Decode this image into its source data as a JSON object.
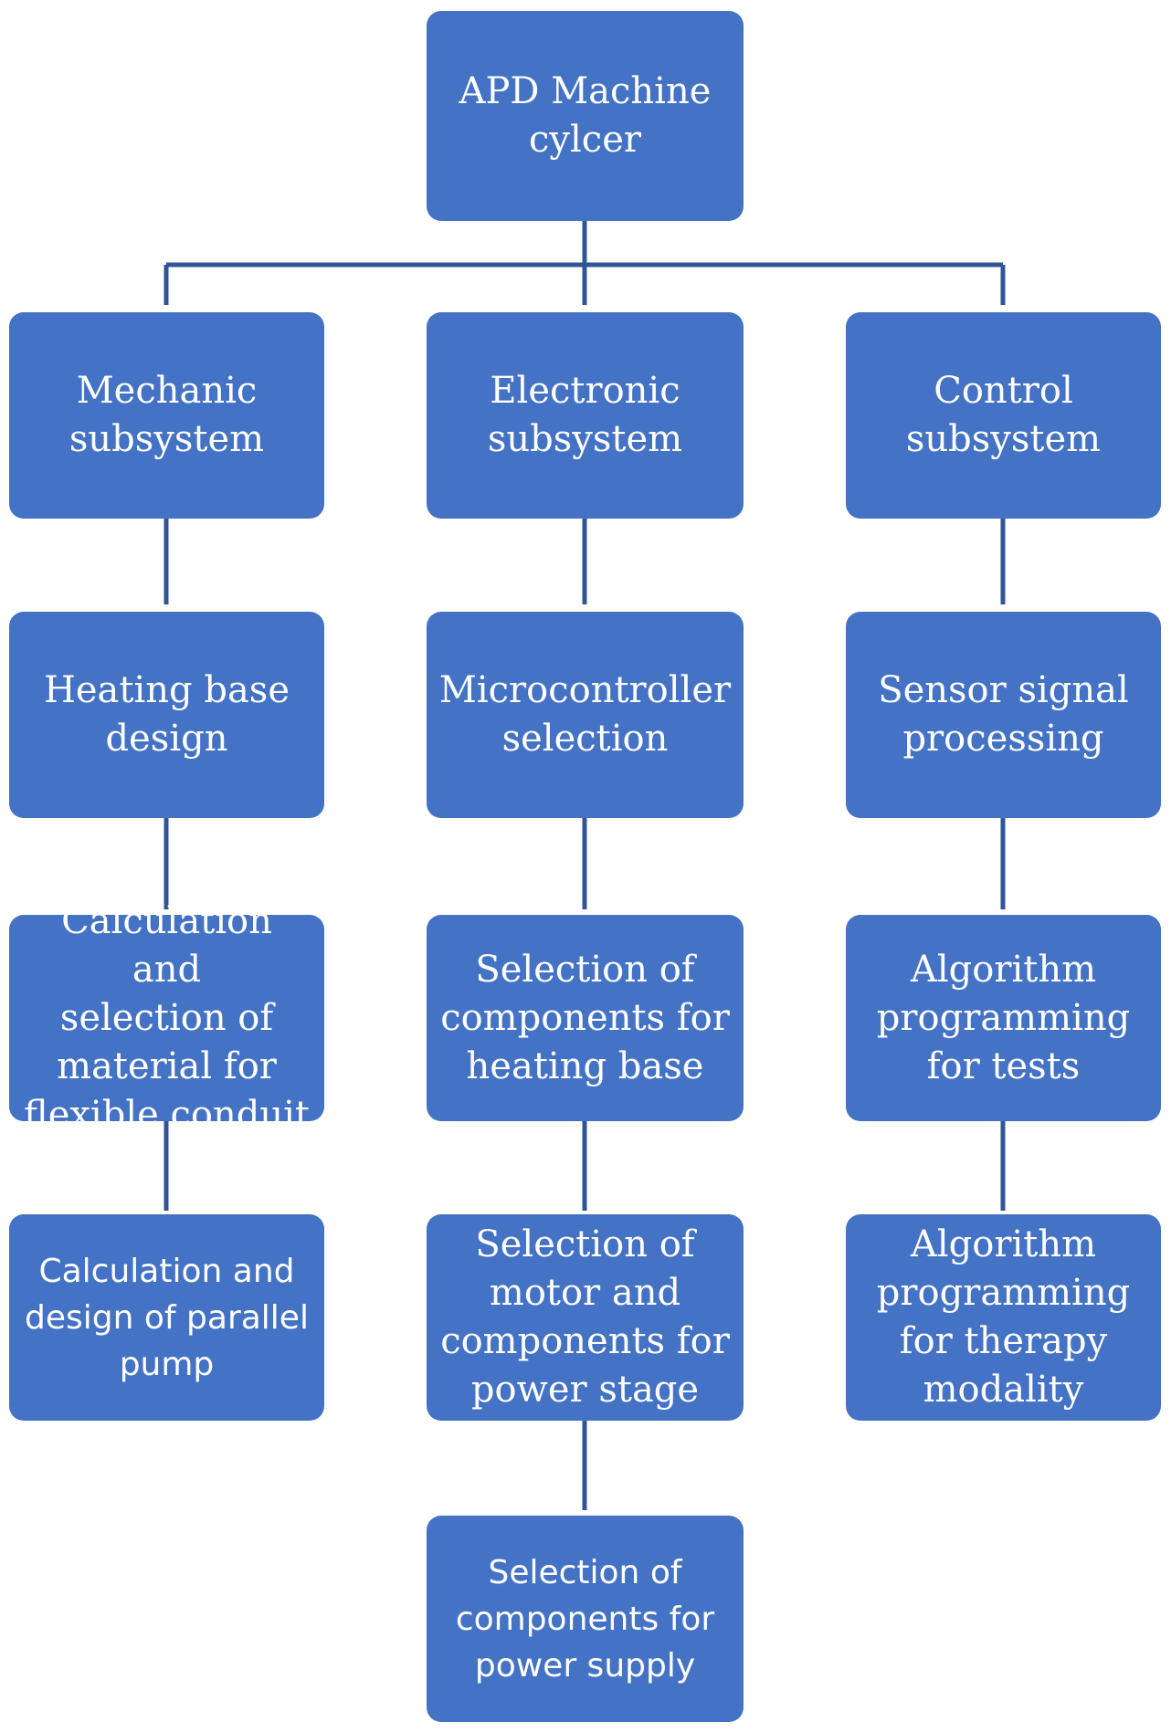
{
  "diagram": {
    "colors": {
      "node_fill": "#4472c4",
      "node_text": "#ffffff",
      "connector": "#2f5597"
    },
    "root": {
      "label": "APD  Machine\ncylcer"
    },
    "columns": [
      {
        "header": "Mechanic\nsubsystem",
        "items": [
          "Heating base\ndesign",
          "Calculation and\nselection of\nmaterial for\nflexible conduit",
          "Calculation and\ndesign of parallel\npump"
        ]
      },
      {
        "header": "Electronic\nsubsystem",
        "items": [
          "Microcontroller\nselection",
          "Selection of\ncomponents for\nheating base",
          "Selection of\nmotor and\ncomponents for\npower stage",
          "Selection of\ncomponents for\npower supply"
        ]
      },
      {
        "header": "Control\nsubsystem",
        "items": [
          "Sensor signal\nprocessing",
          "Algorithm\nprogramming\nfor tests",
          "Algorithm\nprogramming\nfor therapy\nmodality"
        ]
      }
    ]
  }
}
